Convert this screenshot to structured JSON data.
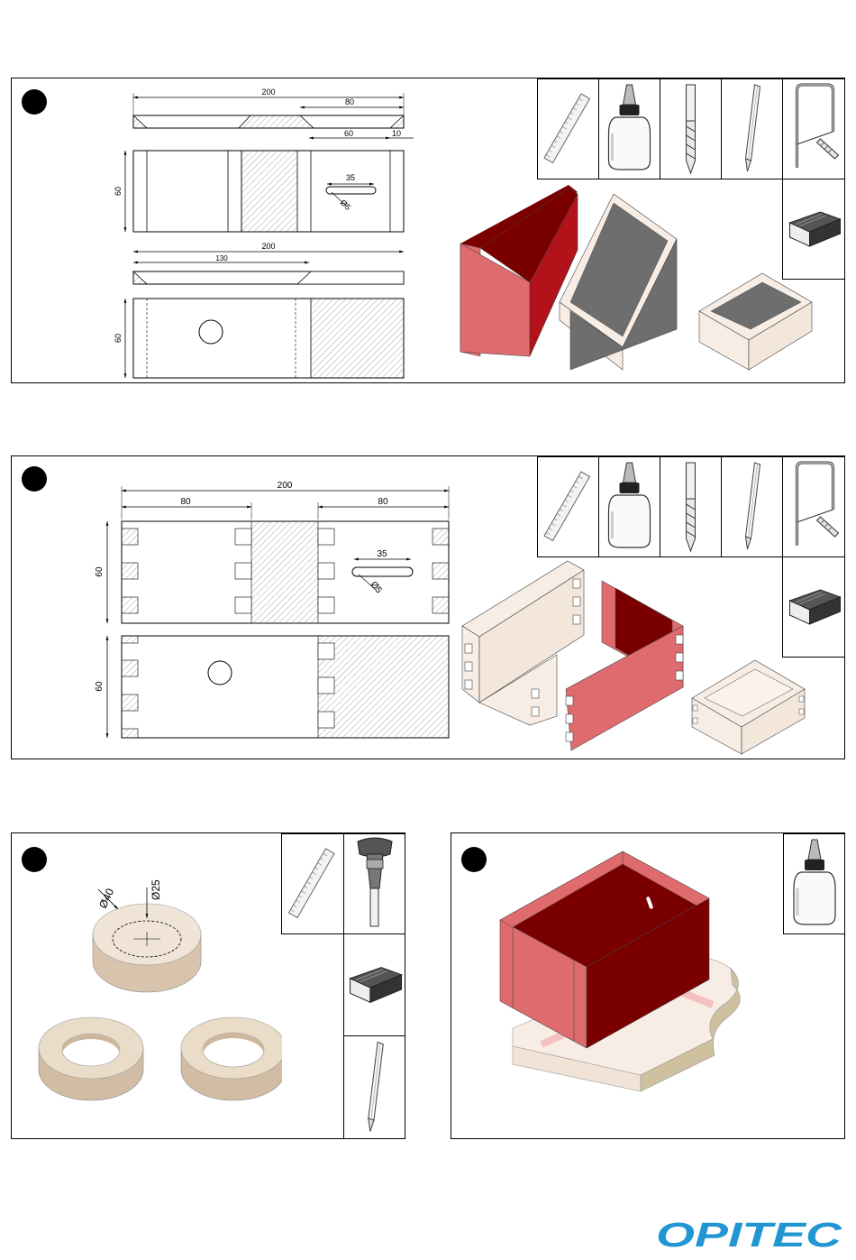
{
  "steps": [
    {
      "id": 1,
      "dimensions": {
        "top_width": "200",
        "top_inner": "80",
        "top_bottom1": "60",
        "top_bottom2": "10",
        "side_height": "60",
        "slot_length": "35",
        "slot_diameter": "Ø5",
        "lower_width": "200",
        "lower_inner": "130",
        "lower_height": "60"
      },
      "tools": [
        "ruler-icon",
        "glue-bottle-icon",
        "drill-bit-icon",
        "pencil-icon",
        "fretsaw-icon",
        "sanding-block-icon"
      ]
    },
    {
      "id": 2,
      "dimensions": {
        "top_width": "200",
        "left_inner": "80",
        "right_inner": "80",
        "side_height_top": "60",
        "slot_length": "35",
        "slot_diameter": "Ø5",
        "side_height_bottom": "60"
      },
      "tools": [
        "ruler-icon",
        "glue-bottle-icon",
        "drill-bit-icon",
        "pencil-icon",
        "fretsaw-icon",
        "sanding-block-icon"
      ]
    },
    {
      "id": 3,
      "dimensions": {
        "outer_diameter": "Ø40",
        "inner_diameter": "Ø25"
      },
      "tools": [
        "ruler-icon",
        "forstner-bit-icon",
        "sanding-block-icon",
        "pencil-icon"
      ]
    },
    {
      "id": 4,
      "tools": [
        "glue-bottle-icon"
      ]
    }
  ],
  "brand": {
    "logo_text": "OPITEC",
    "color": "#2196d3"
  },
  "colors": {
    "red": "#e06b6e",
    "dark_red": "#7a0000",
    "wood": "#f7ede4",
    "grey": "#6e6e6e",
    "hatch": "#9a9a9a"
  }
}
